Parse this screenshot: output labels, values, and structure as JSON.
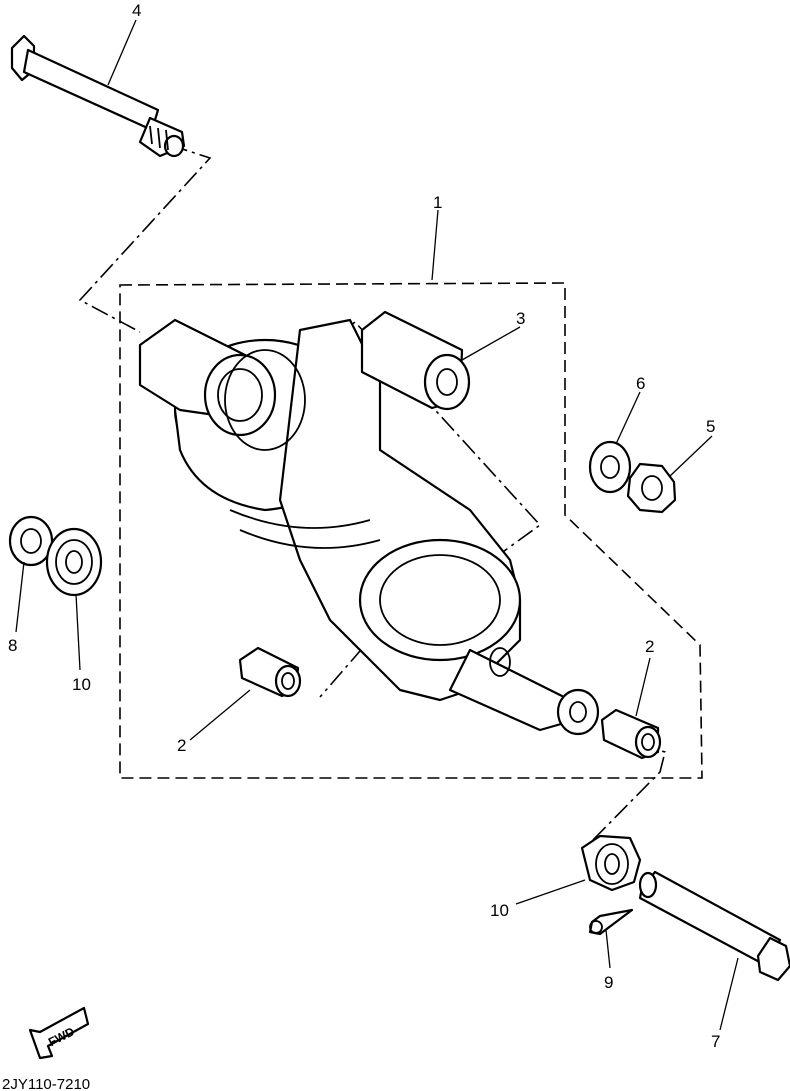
{
  "callouts": [
    {
      "id": "c1",
      "text": "1"
    },
    {
      "id": "c2a",
      "text": "2"
    },
    {
      "id": "c2b",
      "text": "2"
    },
    {
      "id": "c3",
      "text": "3"
    },
    {
      "id": "c4",
      "text": "4"
    },
    {
      "id": "c5",
      "text": "5"
    },
    {
      "id": "c6",
      "text": "6"
    },
    {
      "id": "c7",
      "text": "7"
    },
    {
      "id": "c8",
      "text": "8"
    },
    {
      "id": "c9",
      "text": "9"
    },
    {
      "id": "c10a",
      "text": "10"
    },
    {
      "id": "c10b",
      "text": "10"
    }
  ],
  "fwd_arrow_label": "FWD",
  "diagram_code": "2JY110-7210"
}
